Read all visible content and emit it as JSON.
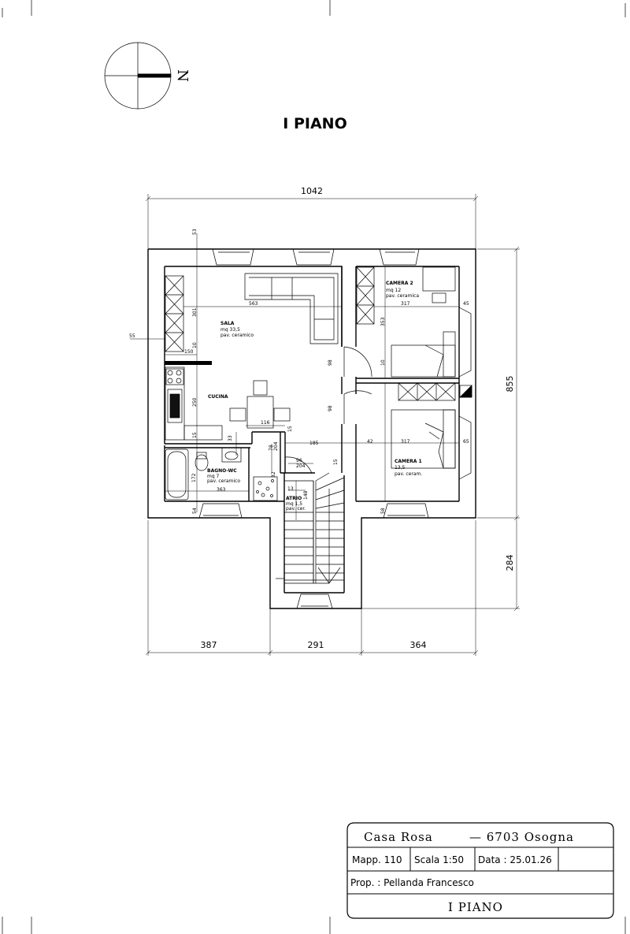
{
  "plan": {
    "title": "I PIANO",
    "north": "N",
    "dimensions": {
      "overall_width": "1042",
      "overall_depth": "855",
      "stair_depth": "284",
      "bottom_left": "387",
      "bottom_middle": "291",
      "bottom_right": "364",
      "wall_offset": "55",
      "sala_width": "563",
      "camera2_width": "317",
      "camera1_width": "317",
      "sala_depth": "301",
      "camera2_depth": "353",
      "d150": "150",
      "d10a": "10",
      "d10b": "10",
      "d98a": "98",
      "d98b": "98",
      "d53": "53",
      "d45": "45",
      "d65": "65",
      "d42": "42",
      "d185": "185",
      "d116": "116",
      "d250": "250",
      "d15a": "15",
      "d15b": "15",
      "d33": "33",
      "d78": "78",
      "d204a": "204",
      "d204b": "204",
      "d96": "96",
      "d15c": "15",
      "d172": "172",
      "d363": "363",
      "d54": "54",
      "d58": "58",
      "d13": "13",
      "d148": "148",
      "d32": "32"
    },
    "rooms": {
      "sala": {
        "name": "SALA",
        "area": "mq 33,5",
        "floor": "pav. ceramico"
      },
      "cucina": {
        "name": "CUCINA"
      },
      "camera2": {
        "name": "CAMERA 2",
        "area": "mq 12",
        "floor": "pav. ceramica"
      },
      "camera1": {
        "name": "CAMERA 1",
        "area": "13,5",
        "floor": "pav. ceram."
      },
      "bagno": {
        "name": "BAGNO-WC",
        "area": "mq 7",
        "floor": "pav. ceramico"
      },
      "atrio": {
        "name": "ATRIO",
        "area": "mq 1,5",
        "floor": "pav. cer."
      }
    }
  },
  "title_block": {
    "project": "Casa Rosa",
    "location": "— 6703 Osogna",
    "mappale": "Mapp. 110",
    "scala": "Scala 1:50",
    "data": "Data : 25.01.26",
    "owner": "Prop. : Pellanda Francesco",
    "sheet": "I PIANO"
  }
}
